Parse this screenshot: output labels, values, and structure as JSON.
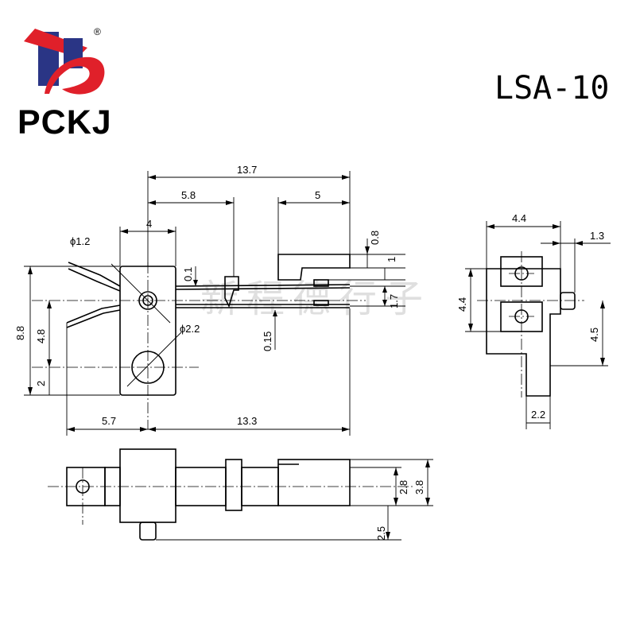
{
  "brand": {
    "name": "PCKJ",
    "registered_mark": "®",
    "colors": {
      "red": "#e0202a",
      "blue": "#2a3585",
      "text": "#000000"
    }
  },
  "model": "LSA-10",
  "watermark": "新程德行子",
  "dimensions": {
    "overall_length": "13.7",
    "arm_length": "5.8",
    "top_block_length": "5",
    "block_width": "4",
    "top_tab_height": "0.8",
    "tab_offset": "1",
    "lever_gap": "0.1",
    "pin_spacing": "1.7",
    "lever_thickness": "0.15",
    "small_hole_diameter": "ϕ1.2",
    "large_hole_diameter": "ϕ2.2",
    "total_height": "8.8",
    "hole_spacing": "4.8",
    "bottom_hole_height": "2",
    "left_extension": "5.7",
    "right_extension": "13.3",
    "side_width": "4.4",
    "side_pin": "1.3",
    "side_height": "4.4",
    "side_lower": "4.5",
    "side_base": "2.2",
    "bottom_height": "2.8",
    "bottom_overall": "3.8",
    "bottom_pin": "2.5"
  }
}
